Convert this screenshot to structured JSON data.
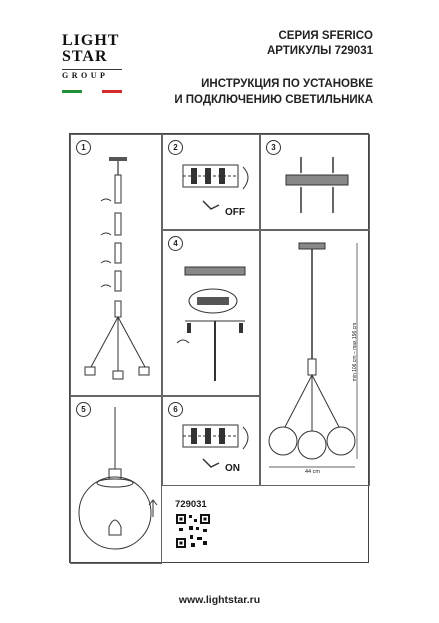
{
  "brand": {
    "logo_line1": "LIGHT",
    "logo_line2": "STAR",
    "logo_line3": "GROUP",
    "flag_colors": [
      "#1f8f3a",
      "#ffffff",
      "#d42b2b"
    ]
  },
  "header": {
    "series": "СЕРИЯ SFERICO",
    "article": "АРТИКУЛЫ 729031",
    "title_line1": "ИНСТРУКЦИЯ ПО УСТАНОВКЕ",
    "title_line2": "И ПОДКЛЮЧЕНИЮ СВЕТИЛЬНИКА"
  },
  "steps": [
    {
      "number": "1"
    },
    {
      "number": "2",
      "label": "OFF"
    },
    {
      "number": "3"
    },
    {
      "number": "4"
    },
    {
      "number": "5"
    },
    {
      "number": "6",
      "label": "ON"
    }
  ],
  "dimensions": {
    "height": "min 106 cm – max 196 cm",
    "width": "44 cm"
  },
  "article_code": "729031",
  "website": "www.lightstar.ru"
}
